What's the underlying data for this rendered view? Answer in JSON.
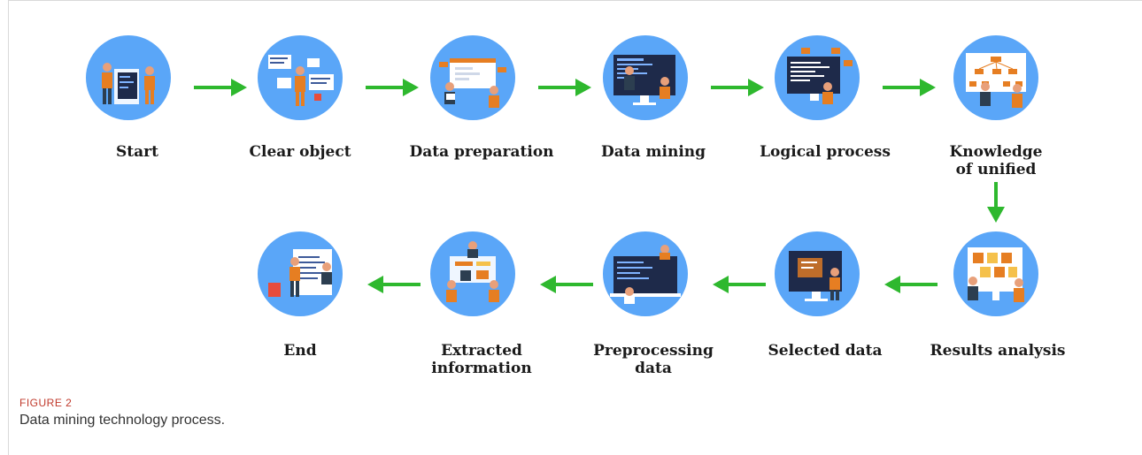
{
  "figure": {
    "label": "FIGURE 2",
    "caption": "Data mining technology process."
  },
  "colors": {
    "circle": "#5aa6f8",
    "arrow": "#2eb82e",
    "figure_label": "#c0392b"
  },
  "steps": [
    {
      "label": "Start",
      "icon": "person-at-laptop-icon"
    },
    {
      "label": "Clear object",
      "icon": "person-with-documents-icon"
    },
    {
      "label": "Data preparation",
      "icon": "people-with-browser-icon"
    },
    {
      "label": "Data mining",
      "icon": "people-at-monitor-icon"
    },
    {
      "label": "Logical process",
      "icon": "person-coding-monitor-icon"
    },
    {
      "label": "Knowledge\nof unified",
      "icon": "team-with-tree-chart-icon"
    },
    {
      "label": "Results analysis",
      "icon": "people-with-board-icon"
    },
    {
      "label": "Selected data",
      "icon": "person-at-screen-icon"
    },
    {
      "label": "Preprocessing data",
      "icon": "people-with-laptop-icon"
    },
    {
      "label": "Extracted\ninformation",
      "icon": "team-building-icon"
    },
    {
      "label": "End",
      "icon": "people-with-document-icon"
    }
  ]
}
